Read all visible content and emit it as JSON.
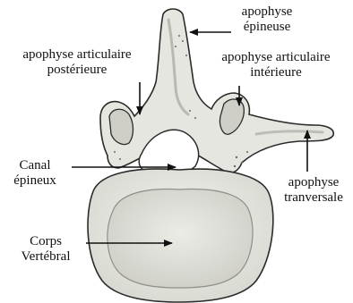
{
  "labels": {
    "apophyse_epineuse": {
      "line1": "apophyse",
      "line2": "épineuse"
    },
    "apophyse_articulaire_posterieure": {
      "line1": "apophyse articulaire",
      "line2": "postérieure"
    },
    "apophyse_articulaire_interieure": {
      "line1": "apophyse articulaire",
      "line2": "intérieure"
    },
    "canal_epineux": {
      "line1": "Canal",
      "line2": "épineux"
    },
    "apophyse_transversale": {
      "line1": "apophyse",
      "line2": "tranversale"
    },
    "corps_vertebral": {
      "line1": "Corps",
      "line2": "Vertébral"
    }
  },
  "colors": {
    "bone_fill": "#e6e6e1",
    "bone_shade": "#c9c9c2",
    "bone_outline": "#2b2b2b",
    "body_inner": "#dcdcd6",
    "text": "#111111",
    "arrow": "#111111"
  }
}
